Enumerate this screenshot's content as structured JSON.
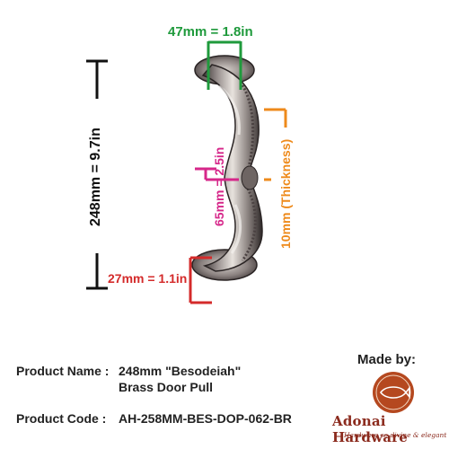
{
  "dimensions": {
    "width_label": "47mm = 1.8in",
    "length_label": "248mm = 9.7in",
    "center_label": "65mm = 2.5in",
    "thickness_label": "10mm (Thickness)",
    "base_label": "27mm = 1.1in"
  },
  "colors": {
    "green": "#1f9a3c",
    "black": "#111111",
    "magenta": "#d6278a",
    "orange": "#ee8a1b",
    "red": "#d42b2b",
    "brand": "#8b2a1d"
  },
  "product": {
    "name_label": "Product Name :",
    "name_line1": "248mm \"Besodeiah\"",
    "name_line2": "Brass Door Pull",
    "code_label": "Product Code  :",
    "code_value": "AH-258MM-BES-DOP-062-BR"
  },
  "brand": {
    "made_by": "Made by:",
    "name": "Adonai Hardware",
    "tagline": "Hardware so divine & elegant"
  }
}
